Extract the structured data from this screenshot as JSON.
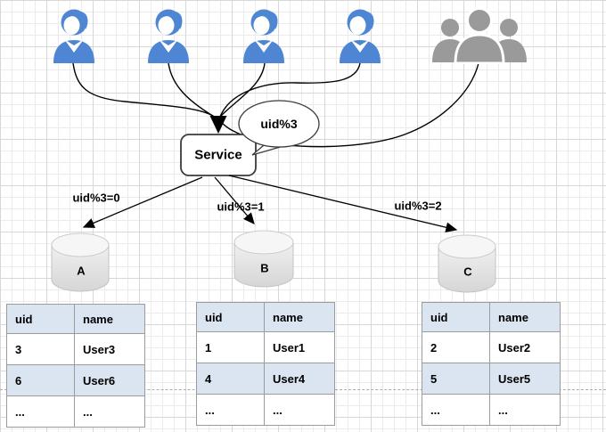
{
  "diagram": {
    "service_label": "Service",
    "bubble_label": "uid%3",
    "users": {
      "individual_user_count": 4,
      "group_icon": "users-group-icon"
    },
    "routes": [
      {
        "label": "uid%3=0",
        "target": "A"
      },
      {
        "label": "uid%3=1",
        "target": "B"
      },
      {
        "label": "uid%3=2",
        "target": "C"
      }
    ],
    "databases": [
      {
        "label": "A"
      },
      {
        "label": "B"
      },
      {
        "label": "C"
      }
    ]
  },
  "tables": [
    {
      "headers": [
        "uid",
        "name"
      ],
      "rows": [
        [
          "3",
          "User3"
        ],
        [
          "6",
          "User6"
        ],
        [
          "...",
          "..."
        ]
      ]
    },
    {
      "headers": [
        "uid",
        "name"
      ],
      "rows": [
        [
          "1",
          "User1"
        ],
        [
          "4",
          "User4"
        ],
        [
          "...",
          "..."
        ]
      ]
    },
    {
      "headers": [
        "uid",
        "name"
      ],
      "rows": [
        [
          "2",
          "User2"
        ],
        [
          "5",
          "User5"
        ],
        [
          "...",
          "..."
        ]
      ]
    }
  ],
  "icons": {
    "user": "user-icon",
    "group": "users-group-icon",
    "database": "database-cylinder"
  },
  "colors": {
    "user_blue": "#4e86d3",
    "group_gray": "#999999",
    "table_header_bg": "#dbe4f1",
    "cylinder_fill": "#e2e2e2",
    "connector": "#000000"
  }
}
